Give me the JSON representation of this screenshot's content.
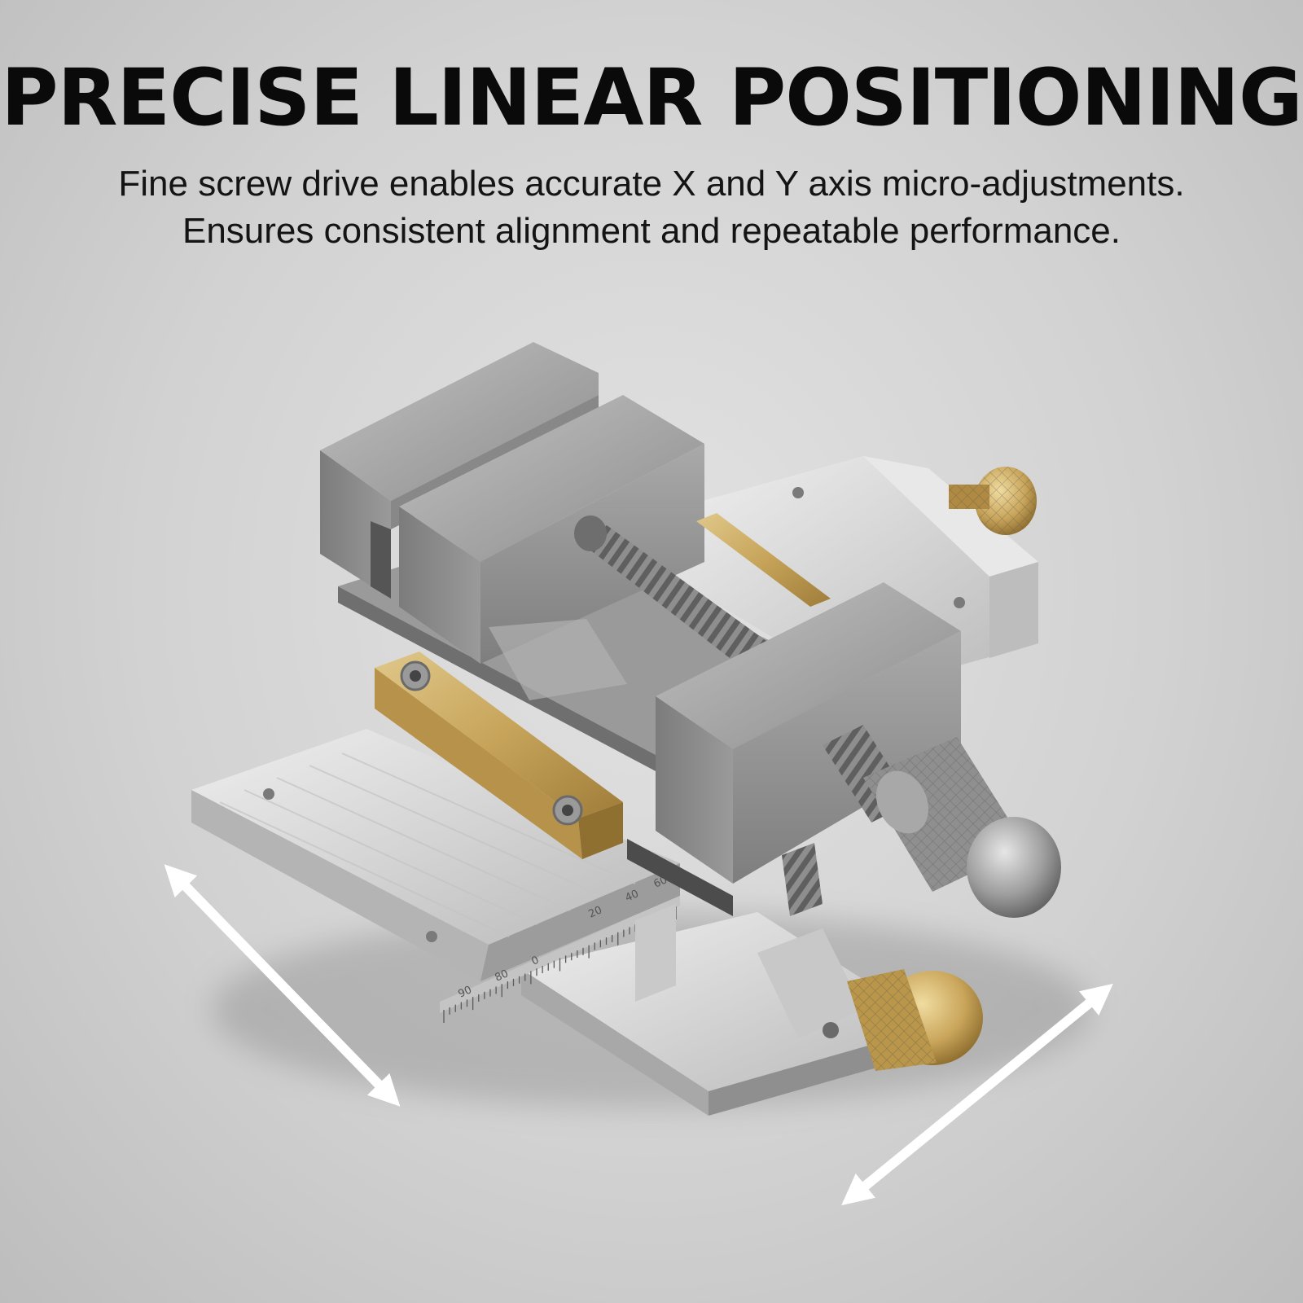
{
  "headline": "PRECISE LINEAR POSITIONING",
  "subheadline": {
    "line1": "Fine screw drive enables accurate X and Y axis micro-adjustments.",
    "line2": "Ensures consistent alignment and repeatable performance."
  },
  "scale_labels": [
    "60",
    "40",
    "20",
    "0",
    "80",
    "90"
  ],
  "colors": {
    "background": "#d2d2d2",
    "text": "#0a0a0a",
    "arrow": "#ffffff",
    "brass": "#c9a55a",
    "steel": "#9c9c9c",
    "aluminum": "#d8d8d8"
  },
  "icons": [
    "double-arrow-icon",
    "double-arrow-icon"
  ]
}
